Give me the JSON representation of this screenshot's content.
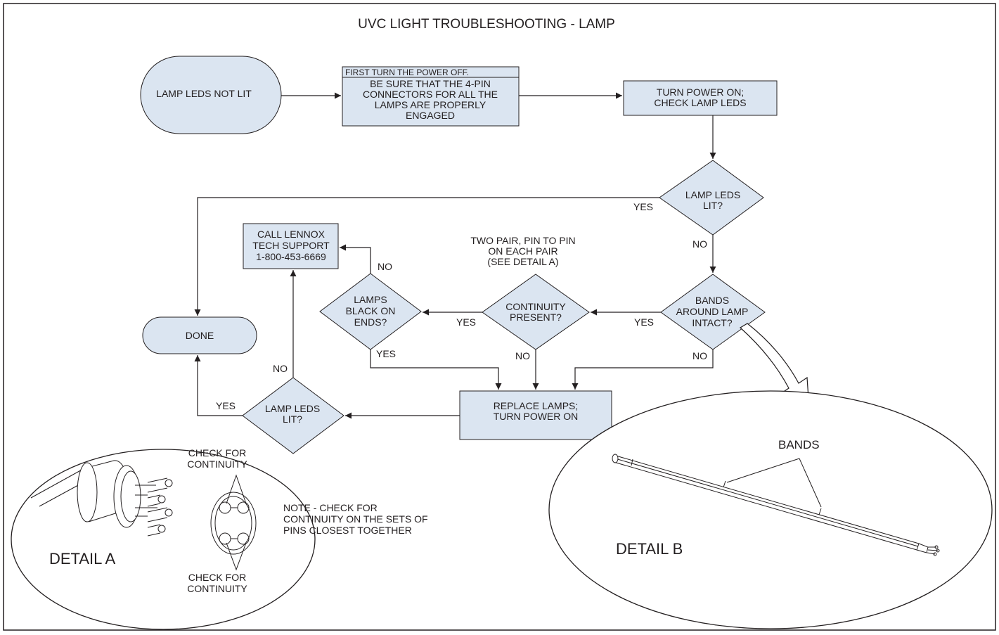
{
  "title": "UVC LIGHT TROUBLESHOOTING - LAMP",
  "start": "LAMP LEDS NOT LIT",
  "first_step": {
    "header": "FIRST TURN THE POWER OFF.",
    "lines": [
      "BE SURE THAT THE 4-PIN",
      "CONNECTORS FOR ALL THE",
      "LAMPS ARE PROPERLY",
      "ENGAGED"
    ]
  },
  "turn_power_on": [
    "TURN POWER ON;",
    "CHECK LAMP LEDS"
  ],
  "decision_leds_lit": [
    "LAMP LEDS",
    "LIT?"
  ],
  "decision_bands": [
    "BANDS",
    "AROUND LAMP",
    "INTACT?"
  ],
  "decision_continuity": [
    "CONTINUITY",
    "PRESENT?"
  ],
  "decision_black_ends": [
    "LAMPS",
    "BLACK ON",
    "ENDS?"
  ],
  "call_support": [
    "CALL LENNOX",
    "TECH SUPPORT",
    "1-800-453-6669"
  ],
  "done": "DONE",
  "replace_lamps": [
    "REPLACE LAMPS;",
    "TURN POWER ON"
  ],
  "decision_leds_lit_2": [
    "LAMP LEDS",
    "LIT?"
  ],
  "continuity_note": [
    "TWO PAIR, PIN TO PIN",
    "ON EACH PAIR",
    "(SEE DETAIL A)"
  ],
  "edge_labels": {
    "yes_leds_to_done": "YES",
    "no_leds_to_bands": "NO",
    "yes_bands_to_continuity": "YES",
    "no_bands_to_replace": "NO",
    "yes_continuity_to_black": "YES",
    "no_continuity_to_replace": "NO",
    "no_black_to_call": "NO",
    "yes_black_to_replace": "YES",
    "no_leds2_to_call": "NO",
    "yes_leds2_to_done": "YES"
  },
  "detail_a": {
    "label": "DETAIL A",
    "check_top": [
      "CHECK FOR",
      "CONTINUITY"
    ],
    "check_bottom": [
      "CHECK FOR",
      "CONTINUITY"
    ],
    "note": [
      "NOTE - CHECK FOR",
      "CONTINUITY ON THE SETS OF",
      "PINS CLOSEST TOGETHER"
    ]
  },
  "detail_b": {
    "label": "DETAIL B",
    "bands_label": "BANDS"
  },
  "colors": {
    "node_fill": "#dbe5f1",
    "line": "#231f20"
  }
}
